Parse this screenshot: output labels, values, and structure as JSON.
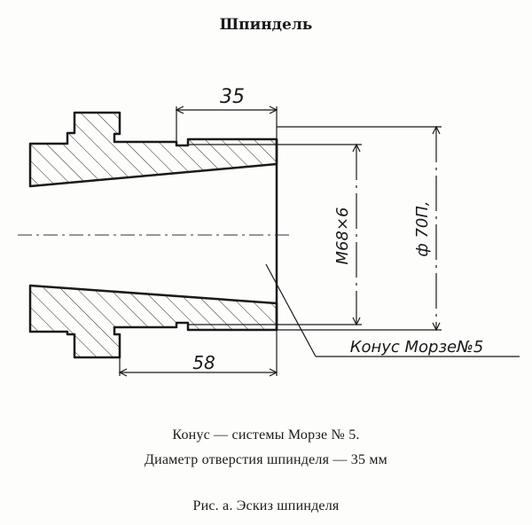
{
  "title": "Шпиндель",
  "drawing": {
    "dim_bore_length": "35",
    "dim_thread_length": "58",
    "dim_thread": "М68×6",
    "dim_diameter": "ф 70П,",
    "cone_label": "Конус Морзе№5"
  },
  "captions": {
    "line1": "Конус — системы Морзе № 5.",
    "line2": "Диаметр отверстия шпинделя — 35 мм",
    "figure": "Рис. а. Эскиз шпинделя"
  }
}
